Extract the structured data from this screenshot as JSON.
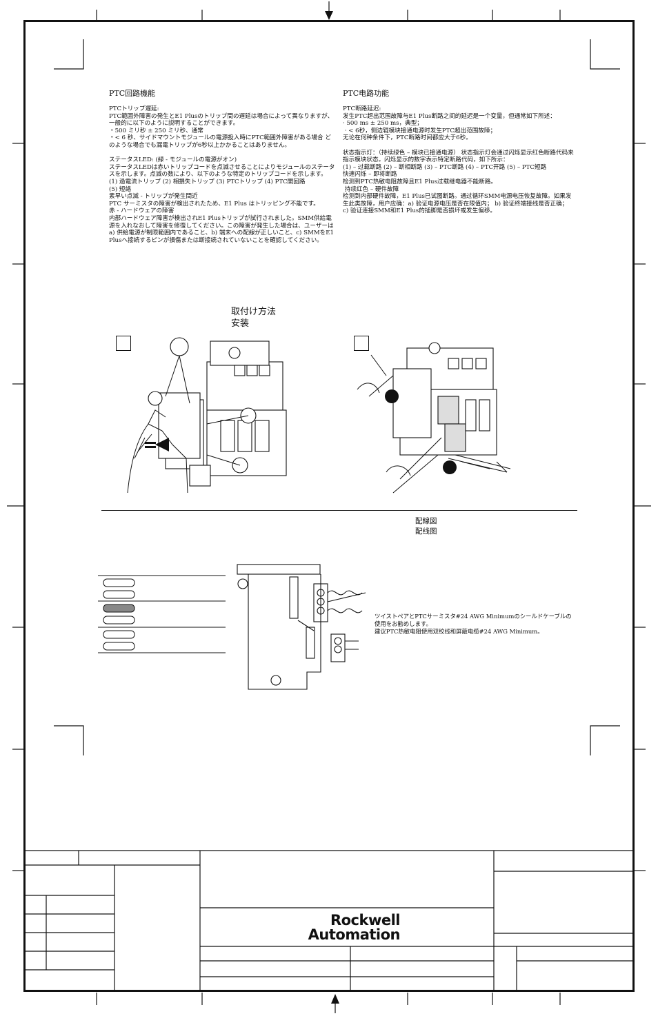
{
  "ptc_jp": {
    "heading": "PTC回路機能",
    "body": "PTCトリップ遅延:\nPTC範囲外障害の発生とE1 Plusのトリップ間の遅延は場合によって異なりますが、一般的に以下のように説明することができます。\n・500 ミリ秒 ± 250 ミリ秒、通常\n・< 6 秒、サイドマウントモジュールの電源投入時にPTC範囲外障害がある場合 どのような場合でも漏電トリップが6秒以上かかることはありません。\n\nステータスLED: (緑 - モジュールの電源がオン)\nステータスLEDは赤いトリップコードを点滅させることによりモジュールのステータスを示します。点滅の数により、以下のような特定のトリップコードを示します。\n(1) 過電流トリップ (2) 相損失トリップ (3) PTCトリップ (4) PTC開回路\n(5) 短絡\n素早い点滅 - トリップが発生間近\nPTC サーミスタの障害が検出されたため、E1 Plus はトリッピング不能です。\n赤 - ハードウェアの障害\n内部ハードウェア障害が検出されE1 Plusトリップが試行されました。SMM供給電源を入れなおして障害を修復してください。この障害が発生した場合は、ユーザーは a) 供給電源が制限範囲内であること、b) 端末への配線が正しいこと、c) SMMをE1 Plusへ接続するピンが損傷または断接続されていないことを確認してください。"
  },
  "ptc_cn": {
    "heading": "PTC电路功能",
    "body": "PTC断路延迟:\n发生PTC超出范围故障与E1 Plus断路之间的延迟是一个变量，但通常如下所述：\n· 500 ms ± 250 ms，典型；\n · < 6秒，侧边辊模块接通电源时发生PTC超出范围故障；\n无论在何种条件下，PTC断路时间都应大于6秒。\n\n状态指示灯：（持续绿色 – 模块已接通电源） 状态指示灯会通过闪烁显示红色断路代码来指示模块状态。闪烁显示的数字表示特定断路代码，如下所示：\n(1) – 过载断路 (2) – 断相断路 (3) – PTC断路 (4) – PTC开路 (5) – PTC短路\n快速闪烁 – 即将断路\n检测到PTC热敏电阻故障且E1 Plus过载继电器不能断路。\n 持续红色 – 硬件故障\n检测到内部硬件故障，E1 Plus已试图断路。通过循环SMM电源电压恢复故障。如果发生此类故障，用户应确：a) 验证电源电压是否在限值内； b) 验证终端接线是否正确； c) 验证连接SMM和E1 Plus的插脚是否损坏或发生偏移。"
  },
  "mounting": {
    "title_jp": "取付け方法",
    "title_cn": "安装"
  },
  "wiring": {
    "title_jp": "配線図",
    "title_cn": "配线图",
    "note": "ツイストペアとPTCサーミスタ#24 AWG Minimumのシールドケーブルの使用をお勧めします。\n建议PTC热敏电阻使用双绞线和屏蔽电缆#24 AWG Minimum。"
  },
  "footer": {
    "brand_line1": "Rockwell",
    "brand_line2": "Automation"
  }
}
